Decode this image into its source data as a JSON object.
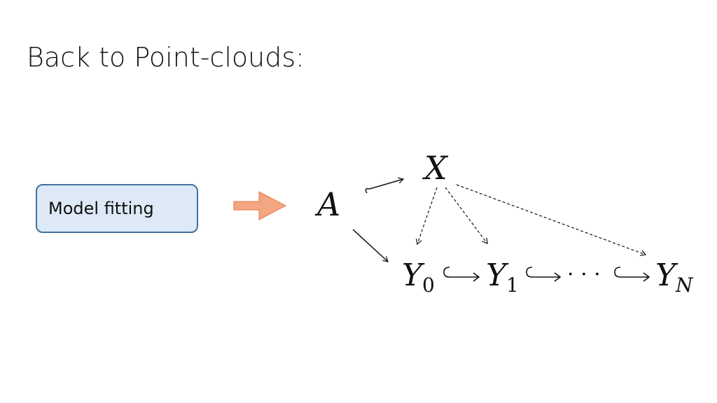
{
  "slide": {
    "title": "Back to Point-clouds:"
  },
  "box": {
    "label": "Model fitting",
    "fill": "#dde9f6",
    "border": "#41719c"
  },
  "arrow_color": "#f4a582",
  "nodes": {
    "A": "A",
    "X": "X",
    "Y": "Y",
    "sub0": "0",
    "sub1": "1",
    "subN": "N",
    "dots": "· · ·"
  }
}
